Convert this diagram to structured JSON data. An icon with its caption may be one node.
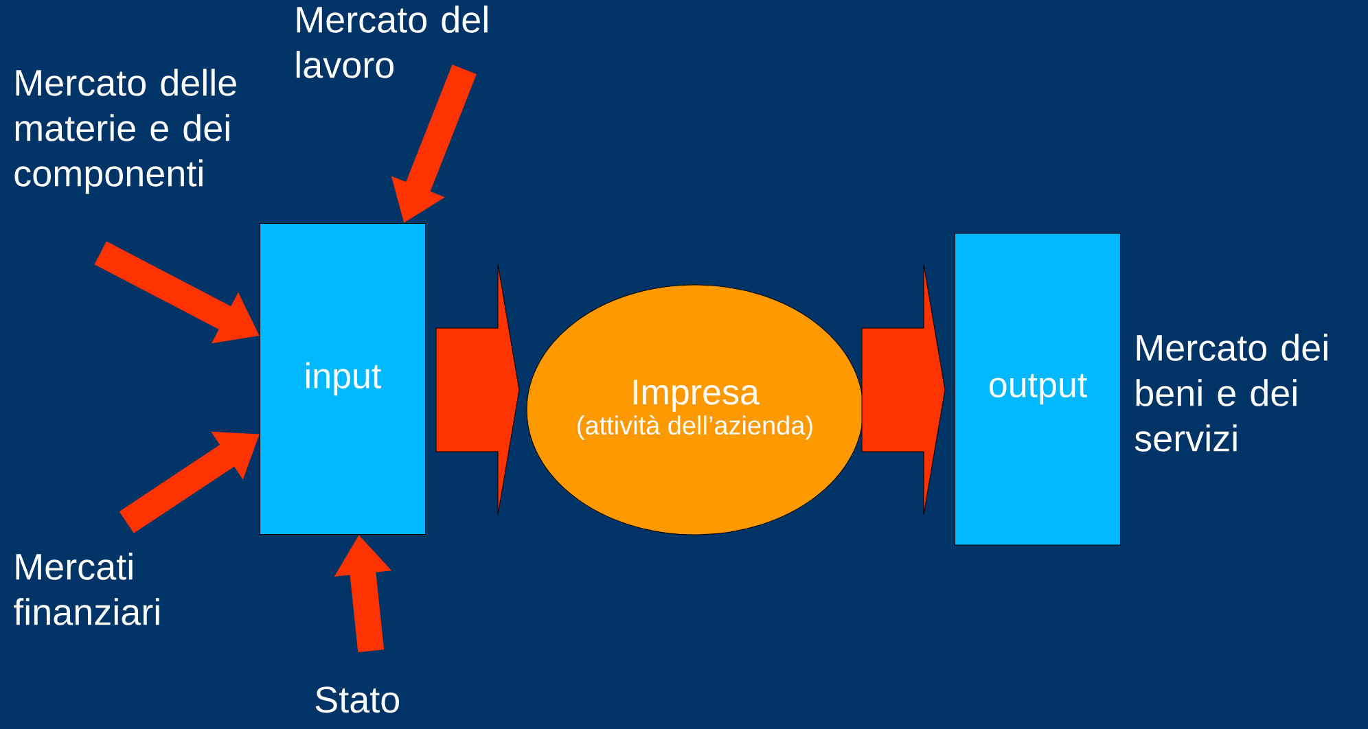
{
  "diagram": {
    "nodes": [
      {
        "text": [
          "Mercato delle materie e dei componenti"
        ]
      },
      {
        "text": [
          "Mercato del lavoro"
        ]
      },
      {
        "text": [
          "Mercati finanziari"
        ]
      },
      {
        "text": [
          "Stato"
        ]
      },
      {
        "text": [
          "input"
        ]
      },
      {
        "text": [
          "Impresa",
          "(attività dell’azienda)"
        ]
      },
      {
        "text": [
          "output"
        ],
        "beside": [
          "Mercato dei beni e dei servizi"
        ]
      }
    ],
    "edges": [
      {
        "from": 0,
        "to": 4,
        "arrow": "to"
      },
      {
        "from": 1,
        "to": 4,
        "arrow": "to"
      },
      {
        "from": 2,
        "to": 4,
        "arrow": "to"
      },
      {
        "from": 3,
        "to": 4,
        "arrow": "to"
      },
      {
        "from": 4,
        "to": 5,
        "arrow": "to"
      },
      {
        "from": 5,
        "to": 6,
        "arrow": "to"
      }
    ]
  }
}
